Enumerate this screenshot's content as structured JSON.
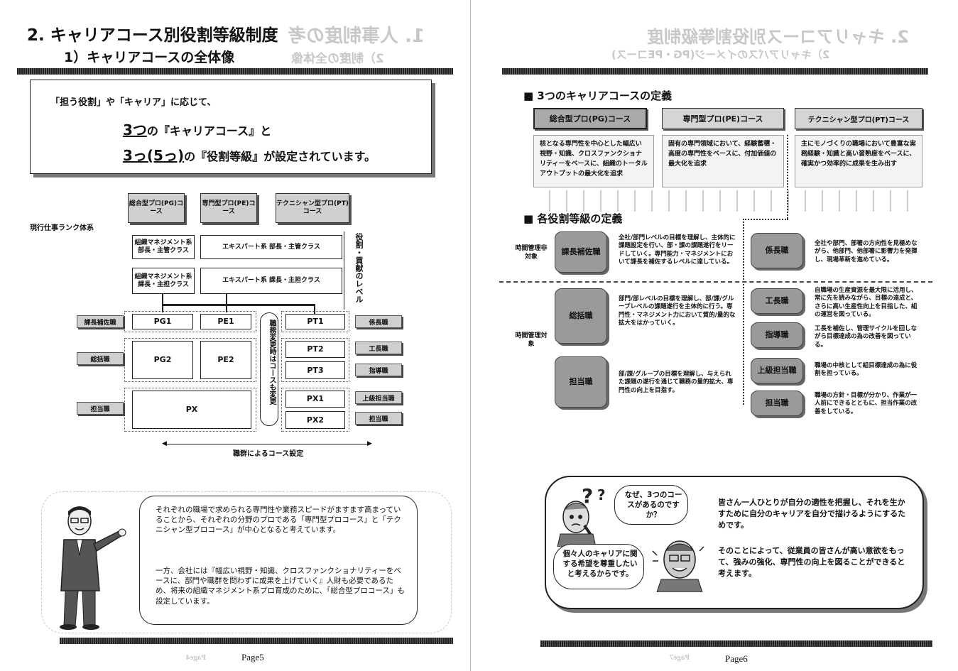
{
  "page5": {
    "title": "2. キャリアコース別役割等級制度",
    "subtitle": "1）キャリアコースの全体像",
    "ghost_title": "1. 人事制度の考",
    "ghost_subtitle": "2）制度の全体像",
    "summary": {
      "line1": "「担う役割」や「キャリア」に応じて、",
      "line2_num": "3つ",
      "line2_rest": "の『キャリアコース』と",
      "line3_num": "3っ(5っ)",
      "line3_rest": "の『役割等級』が設定されています。"
    },
    "diagram": {
      "course_pg": "総合型プロ(PG)コース",
      "course_pe": "専門型プロ(PE)コース",
      "course_pt": "テクニシャン型プロ(PT)コース",
      "current_rank": "現行仕事ランク体系",
      "mgmt_upper": "組織マネジメント系 部長・主管クラス",
      "mgmt_lower": "組織マネジメント系 課長・主担クラス",
      "expert_upper": "エキスパート系 部長・主管クラス",
      "expert_lower": "エキスパート系 課長・主担クラス",
      "vertical_label": "役割・貢献のレベル",
      "change_label": "職務変更時はコースも変更",
      "pg1": "PG1",
      "pe1": "PE1",
      "pt1": "PT1",
      "pg2": "PG2",
      "pe2": "PE2",
      "pt2": "PT2",
      "pt3": "PT3",
      "px": "PX",
      "px1": "PX1",
      "px2": "PX2",
      "left_tags": [
        "課長補佐職",
        "総括職",
        "担当職"
      ],
      "right_tags": [
        "係長職",
        "工長職",
        "指導職",
        "上級担当職",
        "担当職"
      ],
      "bottom_label": "職群によるコース設定"
    },
    "speech": {
      "para1": "それぞれの職場で求められる専門性や業務スピードがますます高まっていることから、それぞれの分野のプロである「専門型プロコース」と「テクニシャン型プロコース」が中心となると考えています。",
      "para2": "一方、会社には『幅広い視野・知識、クロスファンクショナリティーをベースに、部門や職群を問わずに成果を上げていく』人財も必要であるため、将来の組織マネジメント系プロ育成のために、「総合型プロコース」も設定しています。"
    },
    "footer": "Page5",
    "ghost_footer": "Page4"
  },
  "page6": {
    "ghost_title": "2. キャリアコース別役割等級制度",
    "ghost_subtitle": "2）キャリアパスのイメージ(PG・PEコース)",
    "section1": "■ 3つのキャリアコースの定義",
    "courses": [
      {
        "name": "総合型プロ(PG)コース",
        "desc": "核となる専門性を中心とした幅広い視野・知識、クロスファンクショナリティーをベースに、組織のトータルアウトプットの最大化を追求"
      },
      {
        "name": "専門型プロ(PE)コース",
        "desc": "固有の専門領域において、経験蓄積・高度の専門性をベースに、付加価値の最大化を追求"
      },
      {
        "name": "テクニシャン型プロ(PT)コース",
        "desc": "主にモノづくりの職場において豊富な実務経験・知識と高い習熟度をベースに、確実かつ効率的に成果を生み出す"
      }
    ],
    "section2": "■ 各役割等級の定義",
    "time_mgmt_exempt": "時間管理非対象",
    "time_mgmt_target": "時間管理対象",
    "left_roles": [
      {
        "name": "課長補佐職",
        "desc": "全社/部門レベルの目標を理解し、主体的に課題設定を行い、部・課の課題遂行をリードしていく。専門能力・マネジメントにおいて課長を補佐するレベルに達している。"
      },
      {
        "name": "総括職",
        "desc": "部門/部レベルの目標を理解し、部/課/グループレベルの課題遂行を主体的に行う。専門性・マネジメント力において質的/量的な拡大をはかっていく。"
      },
      {
        "name": "担当職",
        "desc": "部/課/グループの目標を理解し、与えられた課題の遂行を通じて職務の量的拡大、専門性の向上を目指す。"
      }
    ],
    "right_roles": [
      {
        "name": "係長職",
        "desc": "全社や部門、部署の方向性を見極めながら、他部門、他部署に影響力を発揮し、現場革新を進めている。"
      },
      {
        "name": "工長職",
        "desc": "自職場の生産資源を最大限に活用し、常に先を読みながら、目標の達成と、さらに高い生産性向上を目指した、組の運営を図っている。"
      },
      {
        "name": "指導職",
        "desc": "工長を補佐し、管理サイクルを回しながら目標達成の為の改善を図っている。"
      },
      {
        "name": "上級担当職",
        "desc": "職場の中核として組目標達成の為に役割を担っている。"
      },
      {
        "name": "担当職",
        "desc": "職場の方針・目標が分かり、作業が一人前にできるとともに、担当作業の改善をしている。"
      }
    ],
    "question": "なぜ、3つのコースがあるのですか？",
    "answer_bubble": "個々人のキャリアに関する希望を尊重したいと考えるからです。",
    "answer1": "皆さん一人ひとりが自分の適性を把握し、それを生かすために自分のキャリアを自分で描けるようにするためです。",
    "answer2": "そのことによって、従業員の皆さんが高い意欲をもって、強みの強化、専門性の向上を図ることができると考えます。",
    "footer": "Page6",
    "ghost_footer": "Page7"
  }
}
